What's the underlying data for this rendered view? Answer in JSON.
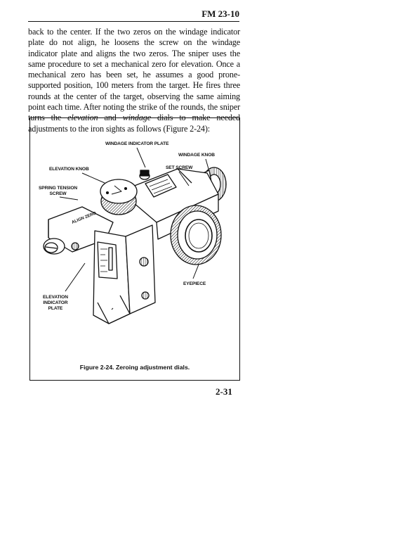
{
  "header": {
    "manual_id": "FM 23-10"
  },
  "body": {
    "part1": "back to the center. If the two zeros on the windage indicator plate do not align, he loosens the screw on the windage indicator plate and aligns the two zeros. The sniper uses the same procedure to set a mechanical zero for elevation. Once a mechanical zero has been set, he assumes a good prone-supported position, 100 meters from the target. He fires three rounds at the center of the target, observing the same aiming point each time. After noting the strike of the rounds, the sniper turns the",
    "em1": "elevation",
    "and": " and ",
    "em2": "windage",
    "part2": " dials to make needed adjustments to the iron sights as follows (Figure 2-24):"
  },
  "figure": {
    "labels": {
      "windage_indicator_plate": "WINDAGE INDICATOR PLATE",
      "windage_knob": "WINDAGE KNOB",
      "elevation_knob": "ELEVATION KNOB",
      "set_screw": "SET SCREW",
      "spring_tension_screw_1": "SPRING TENSION",
      "spring_tension_screw_2": "SCREW",
      "eyepiece": "EYEPIECE",
      "elevation_indicator_plate_1": "ELEVATION",
      "elevation_indicator_plate_2": "INDICATOR",
      "elevation_indicator_plate_3": "PLATE",
      "engraving": "ALIGN ZERO"
    },
    "caption": "Figure 2-24. Zeroing adjustment dials."
  },
  "footer": {
    "page_number": "2-31"
  }
}
